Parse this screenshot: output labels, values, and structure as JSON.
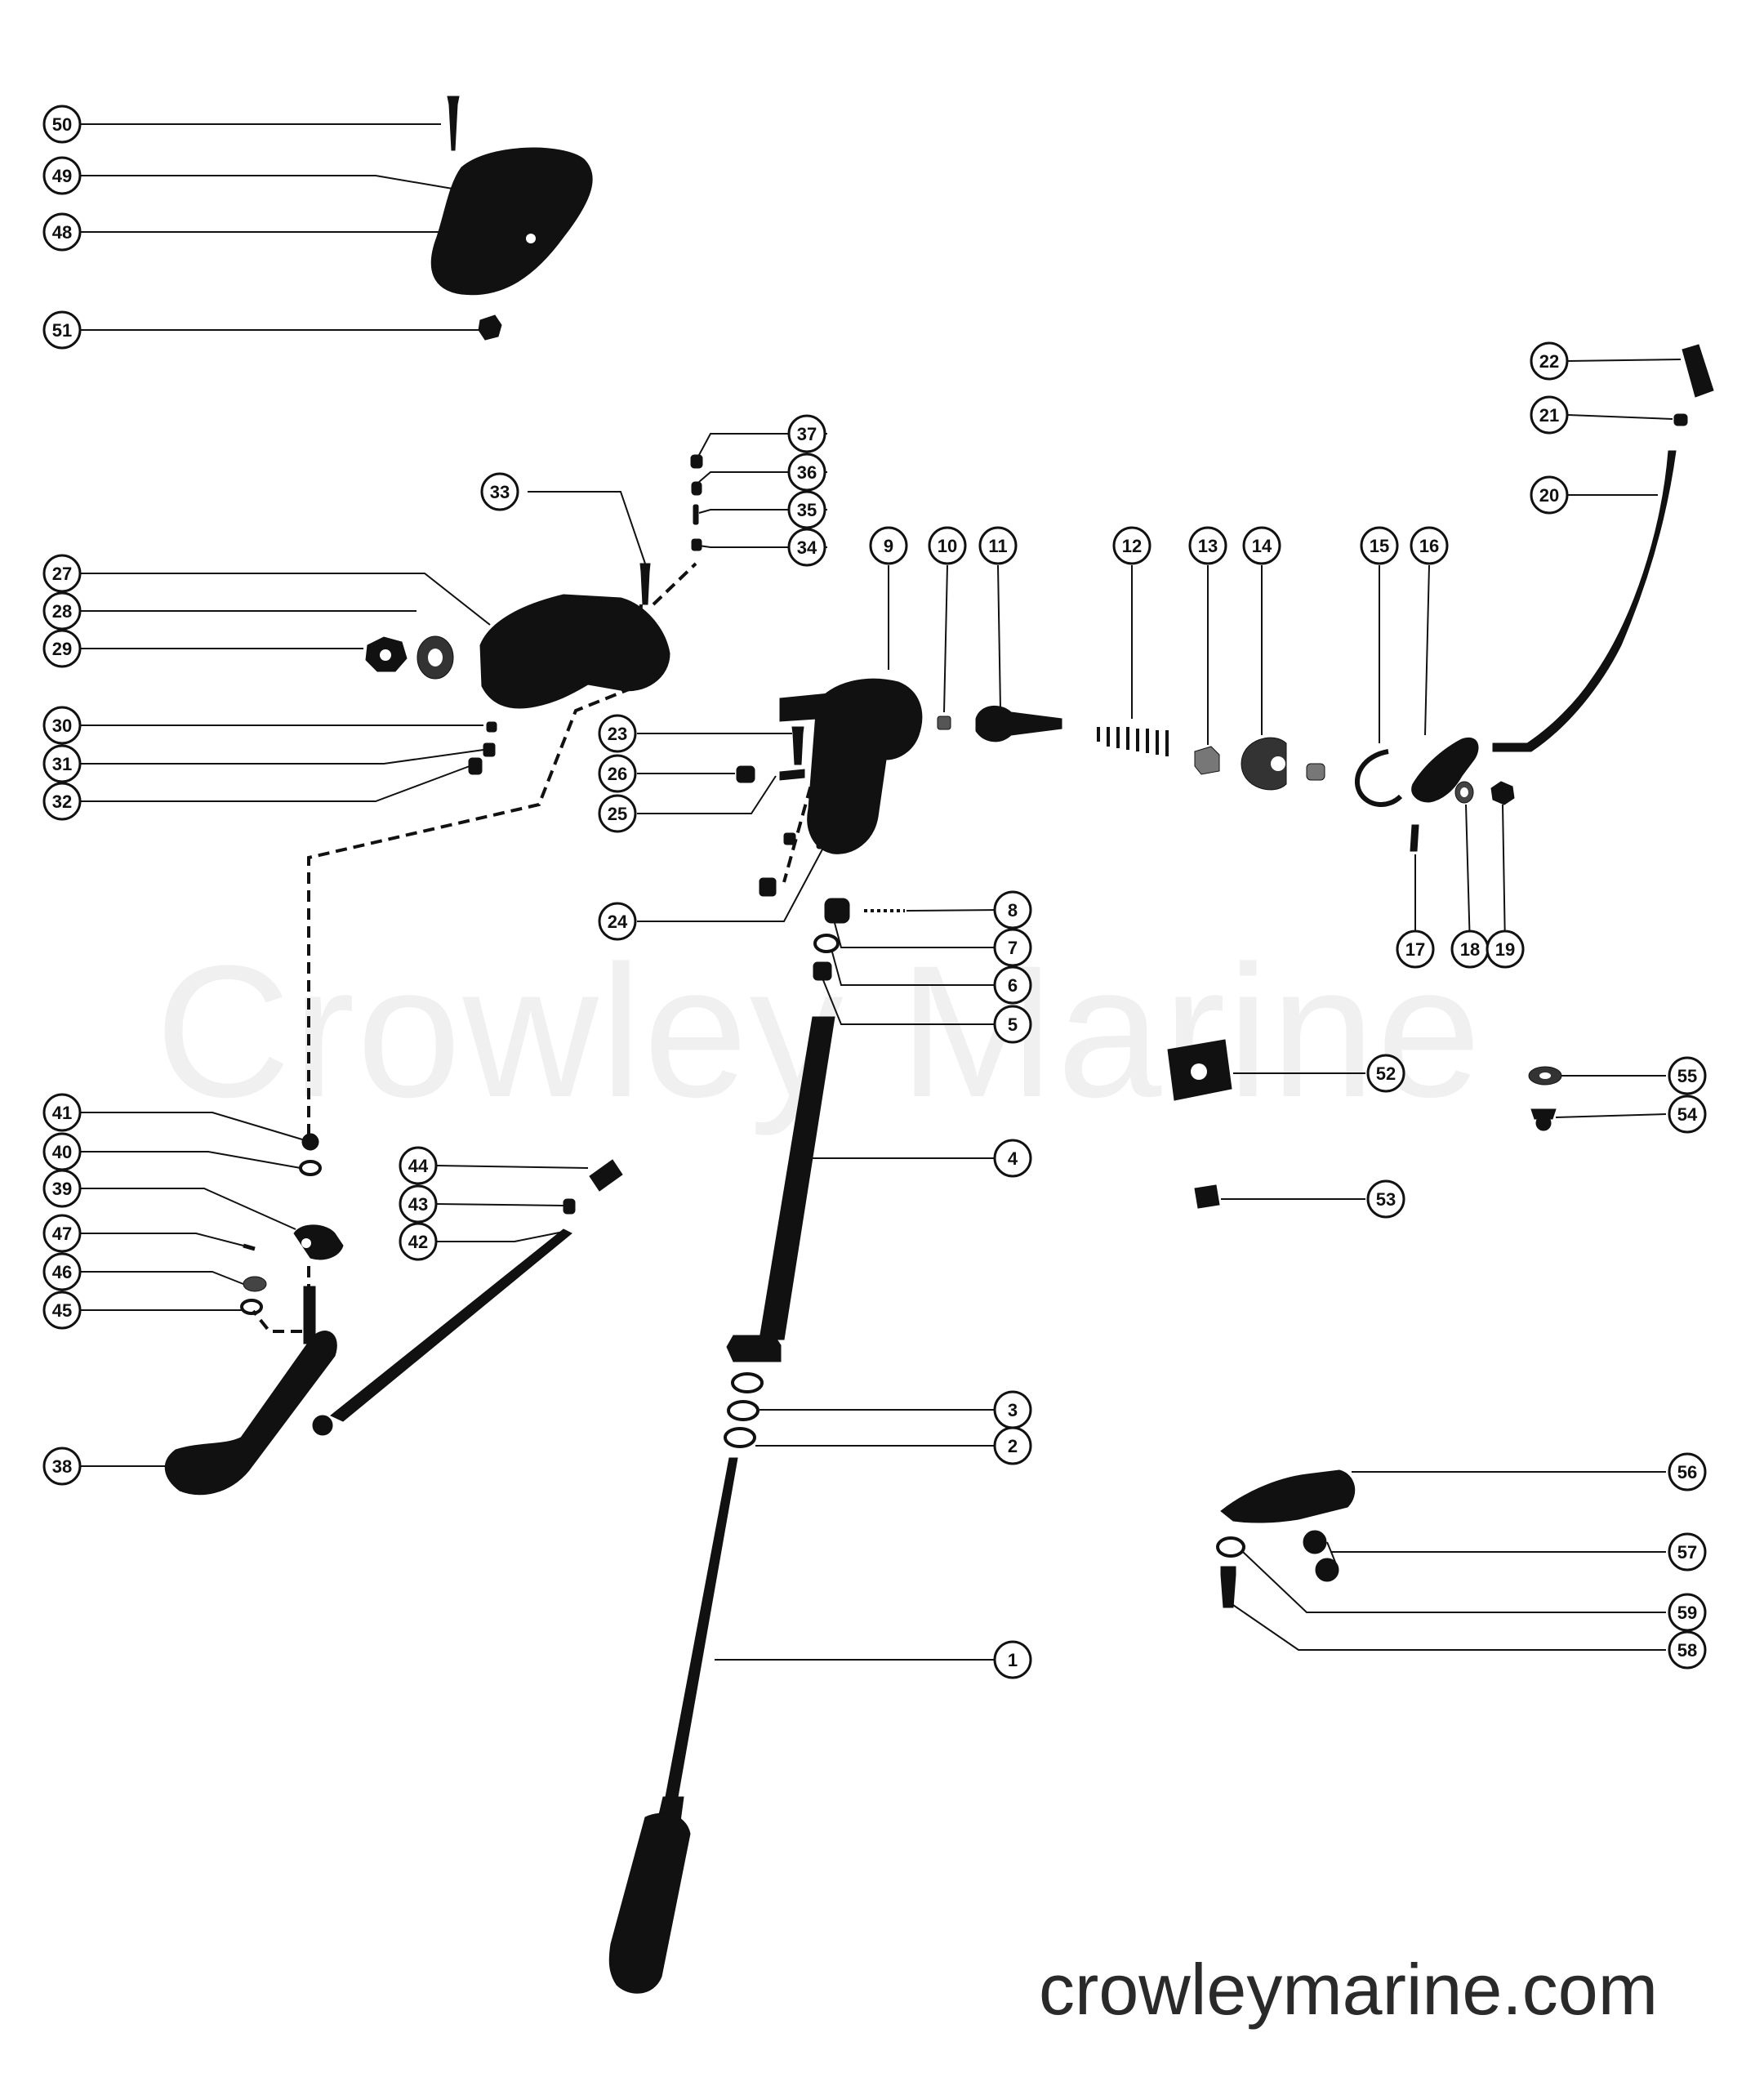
{
  "watermark": "Crowley Marine",
  "website": "crowleymarine.com",
  "callouts": [
    "1",
    "2",
    "3",
    "4",
    "5",
    "6",
    "7",
    "8",
    "9",
    "10",
    "11",
    "12",
    "13",
    "14",
    "15",
    "16",
    "17",
    "18",
    "19",
    "20",
    "21",
    "22",
    "23",
    "24",
    "25",
    "26",
    "27",
    "28",
    "29",
    "30",
    "31",
    "32",
    "33",
    "34",
    "35",
    "36",
    "37",
    "38",
    "39",
    "40",
    "41",
    "42",
    "43",
    "44",
    "45",
    "46",
    "47",
    "48",
    "49",
    "50",
    "51",
    "52",
    "53",
    "54",
    "55",
    "56",
    "57",
    "58",
    "59"
  ],
  "colors": {
    "ink": "#111111",
    "watermark": "#f0f0f0",
    "text": "#2a2a2a"
  }
}
